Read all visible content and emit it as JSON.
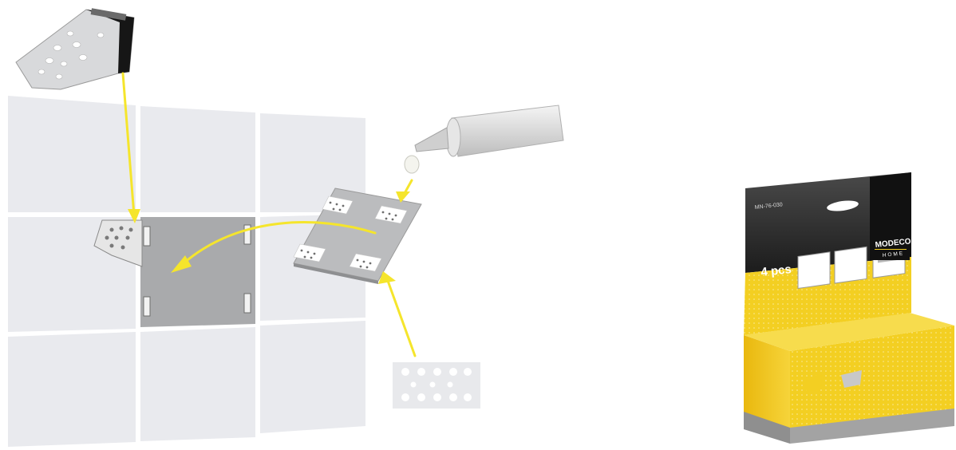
{
  "package": {
    "code": "MN-76-030",
    "quantity": "4 pcs",
    "brand": "MODECO",
    "brand_sub": "HOME"
  },
  "colors": {
    "arrow": "#f5e52c",
    "tile": "#e9eaee",
    "tile_border": "#ffffff",
    "hatch": "#a5a6a8",
    "box_yellow": "#f3cf22",
    "box_dark": "#262626"
  }
}
